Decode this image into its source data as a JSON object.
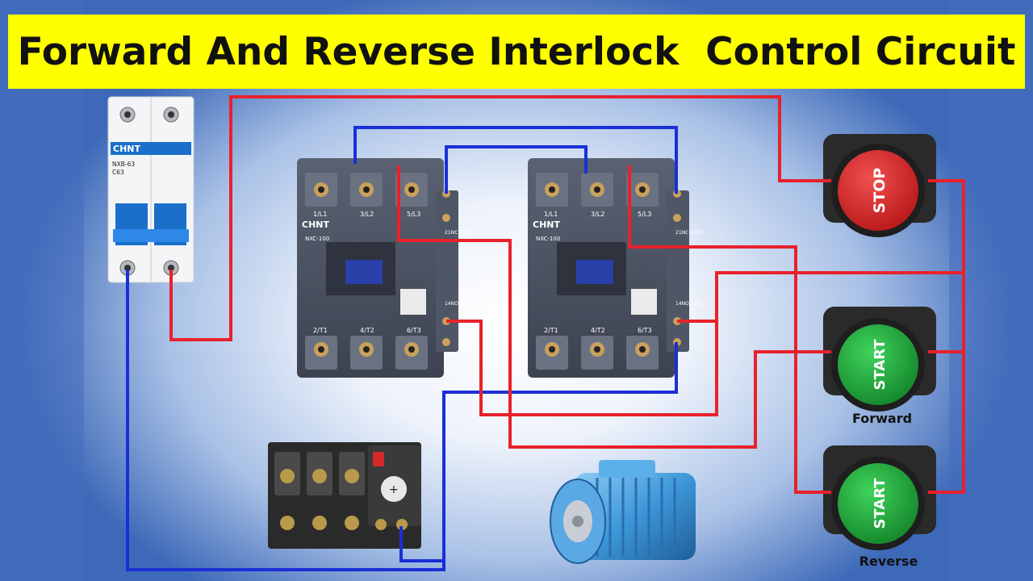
{
  "title": "Forward And Reverse Interlock  Control Circuit",
  "breaker": {
    "brand": "CHNT",
    "model": "NXB-63",
    "rating": "C63"
  },
  "contactor_forward": {
    "brand": "CHNT",
    "model": "NXC-100",
    "top_terminals": [
      "1/L1",
      "3/L2",
      "5/L3"
    ],
    "bottom_terminals": [
      "2/T1",
      "4/T2",
      "6/T3"
    ],
    "aux_nc": "21NC 22NC",
    "aux_no": "14NO 22NC"
  },
  "contactor_reverse": {
    "brand": "CHNT",
    "model": "NXC-100",
    "top_terminals": [
      "1/L1",
      "3/L2",
      "5/L3"
    ],
    "bottom_terminals": [
      "2/T1",
      "4/T2",
      "6/T3"
    ],
    "aux_nc": "21NC 22NC",
    "aux_no": "14NO 22NC"
  },
  "buttons": {
    "stop": "STOP",
    "start_forward": "START",
    "start_reverse": "START",
    "forward_label": "Forward",
    "reverse_label": "Reverse"
  },
  "colors": {
    "title_bg": "#ffff00",
    "wire_red": "#e8212b",
    "wire_blue": "#1a2fd6",
    "stop_button": "#d92a2a",
    "start_button": "#1fa83a",
    "contactor_body": "#4a5160",
    "motor_body": "#4aa3e0"
  }
}
